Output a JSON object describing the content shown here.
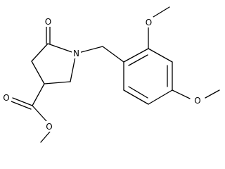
{
  "molecule": {
    "atoms": {
      "ring_oxo_oxygen": "O",
      "ring_nitrogen": "N",
      "methoxy_oxygen_ortho": "O",
      "methoxy_oxygen_para": "O",
      "ester_carbonyl_oxygen": "O",
      "ester_ether_oxygen": "O"
    },
    "colors": {
      "bond": "#000000",
      "background": "#ffffff"
    }
  }
}
